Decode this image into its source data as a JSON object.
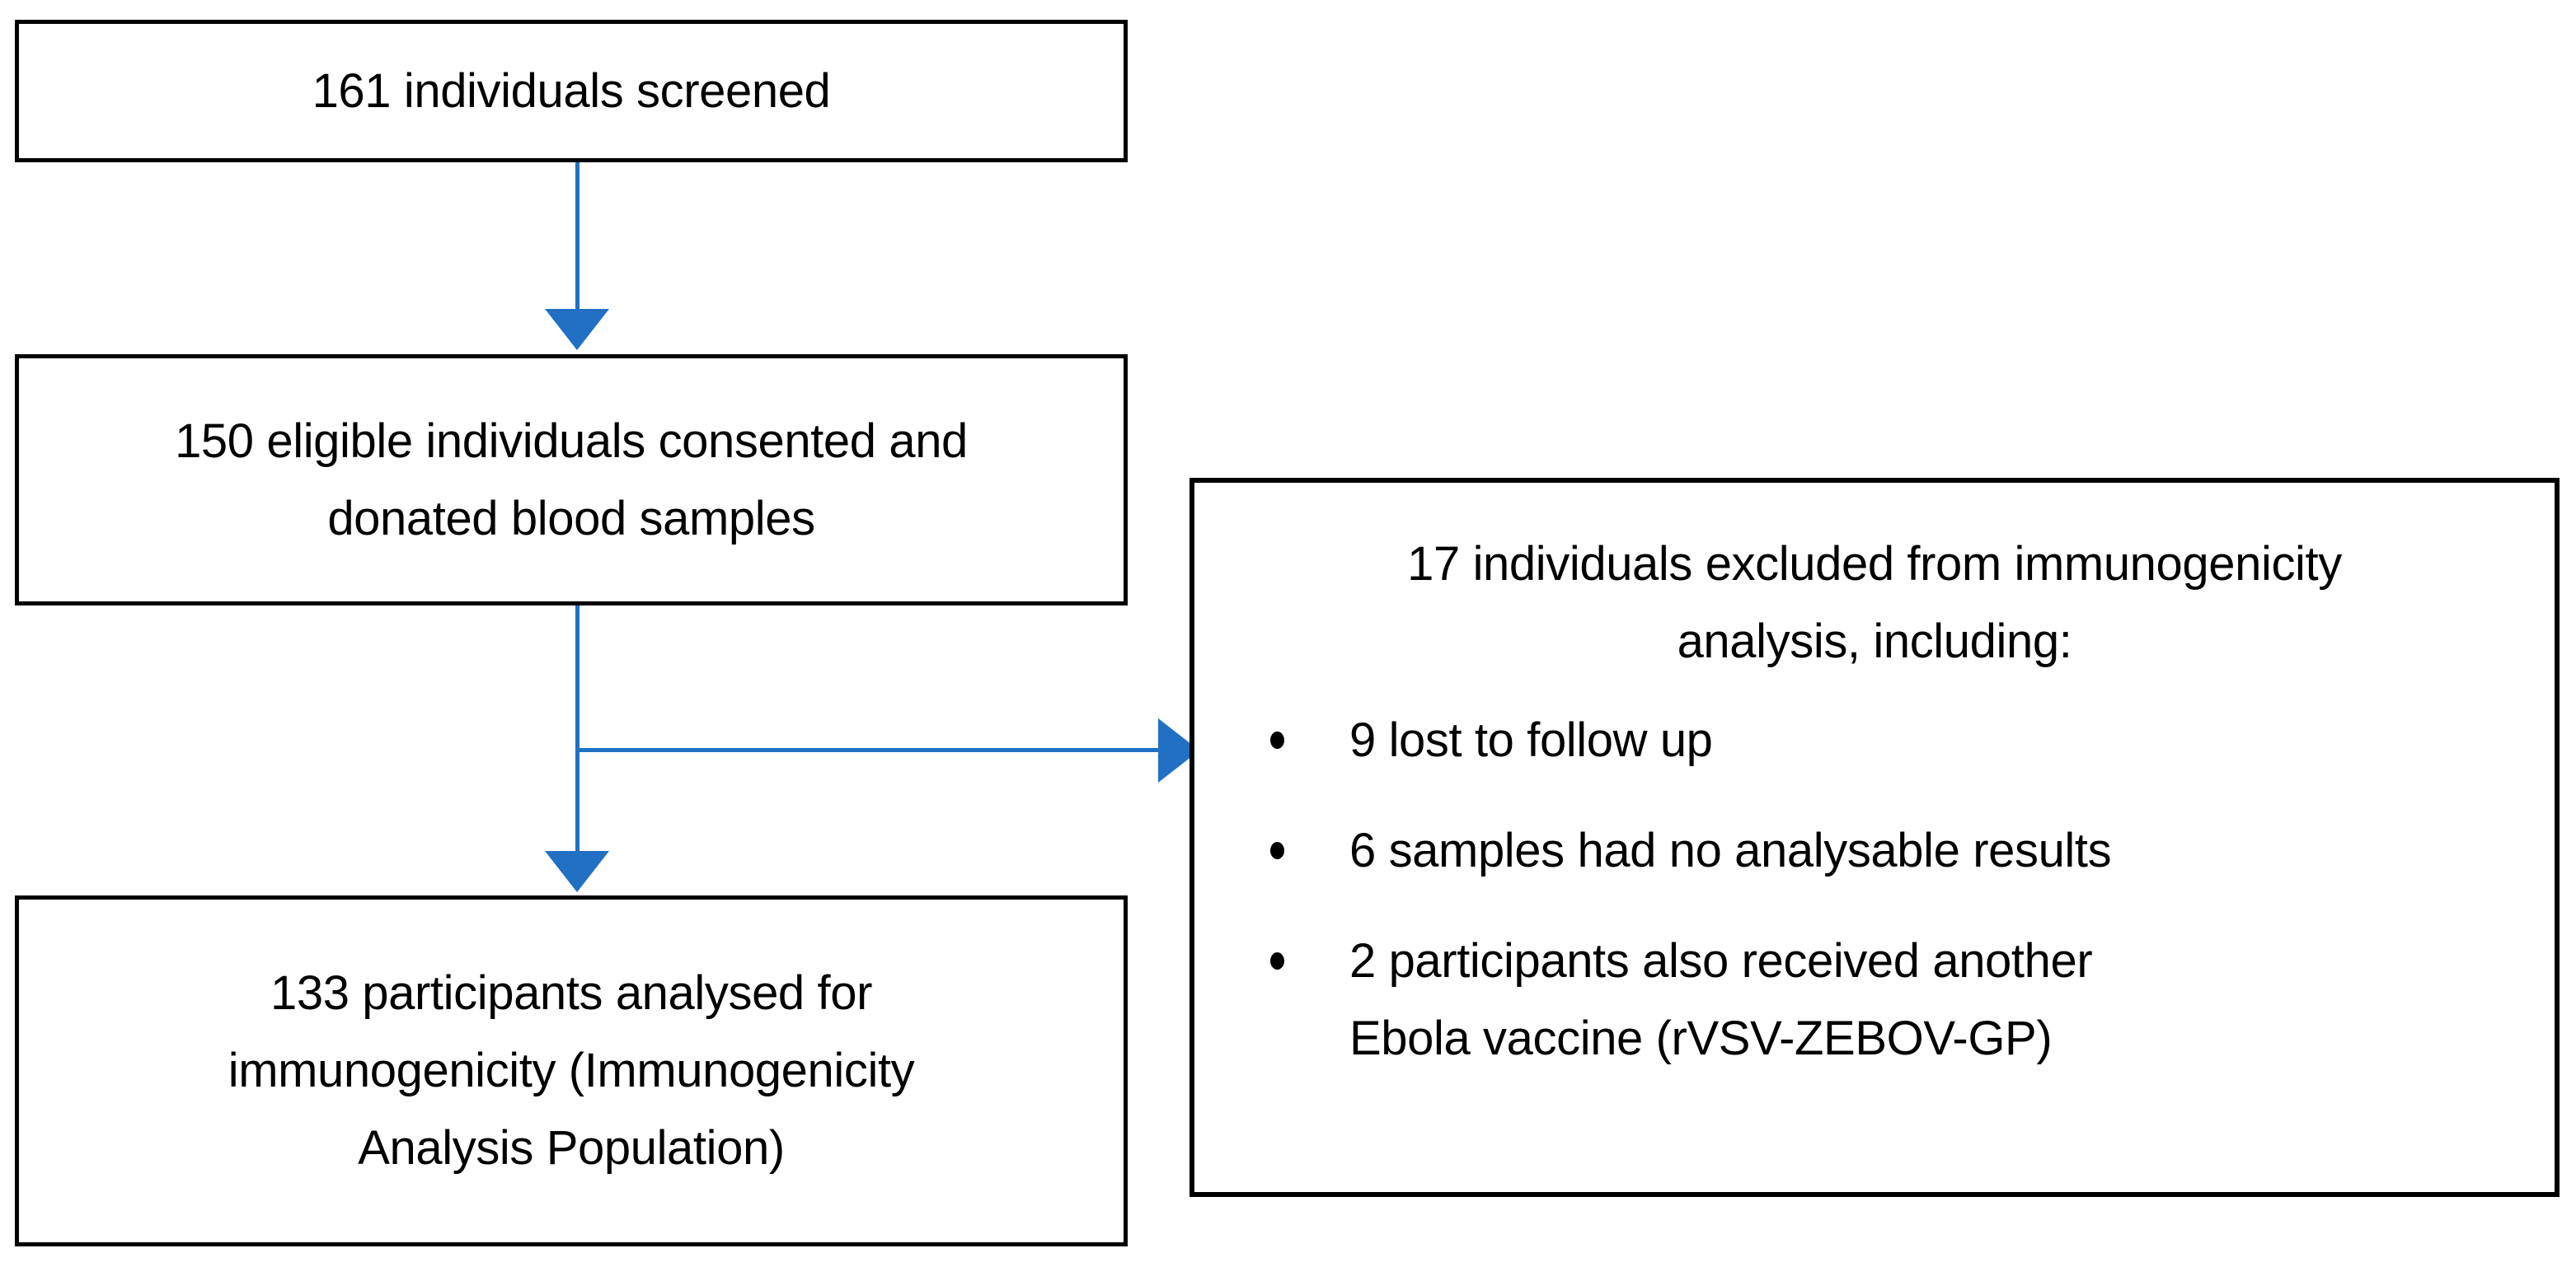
{
  "diagram": {
    "type": "participant-flow-chart",
    "colors": {
      "box_border": "#000000",
      "box_fill": "#ffffff",
      "connector": "#2170c4",
      "text": "#000000"
    },
    "nodes": {
      "screened": {
        "lines": [
          "161 individuals screened"
        ]
      },
      "consented": {
        "lines": [
          "150 eligible individuals consented and",
          "donated blood samples"
        ]
      },
      "analysed": {
        "lines": [
          "133 participants analysed for",
          "immunogenicity (Immunogenicity",
          "Analysis Population)"
        ]
      },
      "excluded": {
        "heading_lines": [
          "17 individuals excluded from immunogenicity",
          "analysis, including:"
        ],
        "bullets": [
          {
            "lines": [
              "9 lost to follow up"
            ]
          },
          {
            "lines": [
              "6 samples had no analysable results"
            ]
          },
          {
            "lines": [
              "2 participants also received another",
              "Ebola vaccine (rVSV-ZEBOV-GP)"
            ]
          }
        ]
      }
    },
    "counts": {
      "screened": 161,
      "consented": 150,
      "analysed": 133,
      "excluded_total": 17,
      "lost_to_follow_up": 9,
      "no_analysable_results": 6,
      "received_other_vaccine": 2
    },
    "connectors": [
      {
        "name": "screened-to-consented",
        "direction": "down"
      },
      {
        "name": "consented-to-analysed",
        "direction": "down"
      },
      {
        "name": "consented-to-excluded",
        "direction": "right"
      }
    ]
  }
}
